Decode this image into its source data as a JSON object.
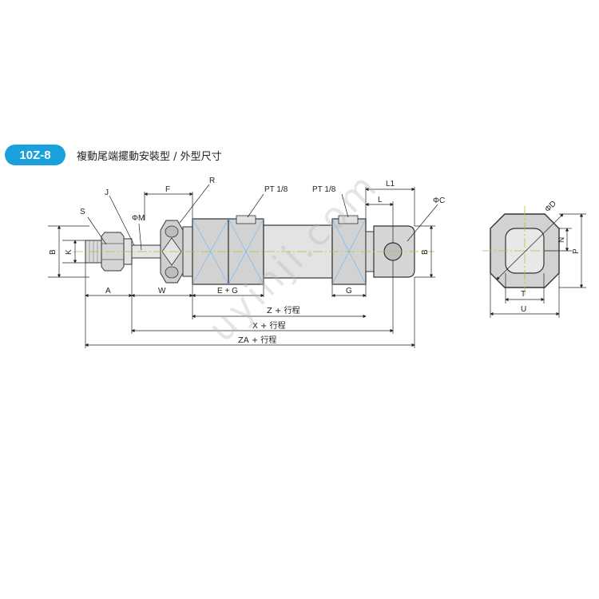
{
  "header": {
    "model": "10Z-8",
    "title": "複動尾端擺動安裝型 / 外型尺寸"
  },
  "dimensions": {
    "S": "S",
    "J": "J",
    "PhiM": "ΦM",
    "F": "F",
    "R": "R",
    "PT1": "PT 1/8",
    "PT2": "PT 1/8",
    "L1": "L1",
    "L": "L",
    "PhiC": "ΦC",
    "B_left": "B",
    "K": "K",
    "B_right": "B",
    "PhiD": "ΦD",
    "N": "N",
    "P": "P",
    "T": "T",
    "U": "U",
    "A": "A",
    "W": "W",
    "EG": "E + G",
    "G": "G",
    "Z": "Z + 行程",
    "X": "X + 行程",
    "ZA": "ZA + 行程"
  },
  "watermark": "uyinji.com",
  "colors": {
    "badge": "#1aa0dd",
    "body": "#d6d6d6",
    "centerline": "#9acd32",
    "hatch": "#66b3ff",
    "dim": "#222222"
  }
}
